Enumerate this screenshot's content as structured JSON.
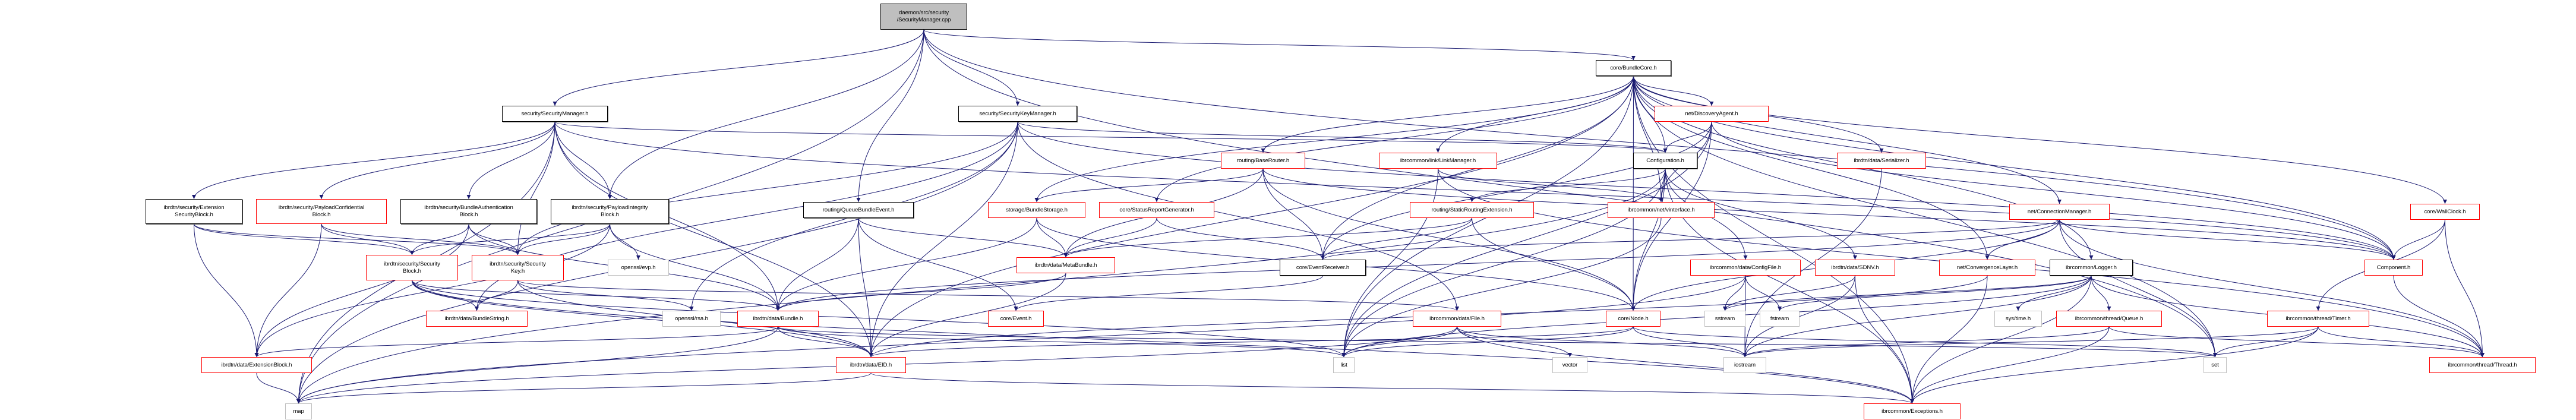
{
  "title": "daemon/src/security/SecurityManager.cpp include dependency graph",
  "colors": {
    "edge": "#191970",
    "documented_border": "#000000",
    "truncated_border": "#ff0000",
    "external_border": "#bfbfbf",
    "root_fill": "#bfbfbf"
  },
  "nodes": [
    {
      "id": "root",
      "label": "daemon/src/security\n/SecurityManager.cpp",
      "kind": "root"
    },
    {
      "id": "bundlecore",
      "label": "core/BundleCore.h",
      "kind": "documented"
    },
    {
      "id": "secmgr",
      "label": "security/SecurityManager.h",
      "kind": "documented"
    },
    {
      "id": "seckeymgr",
      "label": "security/SecurityKeyManager.h",
      "kind": "documented"
    },
    {
      "id": "discovery",
      "label": "net/DiscoveryAgent.h",
      "kind": "truncated"
    },
    {
      "id": "configuration",
      "label": "Configuration.h",
      "kind": "documented"
    },
    {
      "id": "baserouter",
      "label": "routing/BaseRouter.h",
      "kind": "truncated"
    },
    {
      "id": "linkmanager",
      "label": "ibrcommon/link/LinkManager.h",
      "kind": "truncated"
    },
    {
      "id": "serializer",
      "label": "ibrdtn/data/Serializer.h",
      "kind": "truncated"
    },
    {
      "id": "wallclock",
      "label": "core/WallClock.h",
      "kind": "truncated"
    },
    {
      "id": "extsecblock",
      "label": "ibrdtn/security/Extension\nSecurityBlock.h",
      "kind": "documented"
    },
    {
      "id": "payloadconf",
      "label": "ibrdtn/security/PayloadConfidential\nBlock.h",
      "kind": "truncated"
    },
    {
      "id": "bundleauth",
      "label": "ibrdtn/security/BundleAuthentication\nBlock.h",
      "kind": "documented"
    },
    {
      "id": "payloadint",
      "label": "ibrdtn/security/PayloadIntegrity\nBlock.h",
      "kind": "documented"
    },
    {
      "id": "queuebundle",
      "label": "routing/QueueBundleEvent.h",
      "kind": "documented"
    },
    {
      "id": "bundlestorage",
      "label": "storage/BundleStorage.h",
      "kind": "truncated"
    },
    {
      "id": "statusreport",
      "label": "core/StatusReportGenerator.h",
      "kind": "truncated"
    },
    {
      "id": "staticrouting",
      "label": "routing/StaticRoutingExtension.h",
      "kind": "truncated"
    },
    {
      "id": "vinterface",
      "label": "ibrcommon/net/vinterface.h",
      "kind": "truncated"
    },
    {
      "id": "connmanager",
      "label": "net/ConnectionManager.h",
      "kind": "truncated"
    },
    {
      "id": "secblock",
      "label": "ibrdtn/security/Security\nBlock.h",
      "kind": "truncated"
    },
    {
      "id": "seckey",
      "label": "ibrdtn/security/Security\nKey.h",
      "kind": "truncated"
    },
    {
      "id": "opensslevp",
      "label": "openssl/evp.h",
      "kind": "external"
    },
    {
      "id": "metabundle",
      "label": "ibrdtn/data/MetaBundle.h",
      "kind": "truncated"
    },
    {
      "id": "eventreceiver",
      "label": "core/EventReceiver.h",
      "kind": "documented"
    },
    {
      "id": "configfile",
      "label": "ibrcommon/data/ConfigFile.h",
      "kind": "truncated"
    },
    {
      "id": "sdnv",
      "label": "ibrdtn/data/SDNV.h",
      "kind": "truncated"
    },
    {
      "id": "convlayer",
      "label": "net/ConvergenceLayer.h",
      "kind": "truncated"
    },
    {
      "id": "logger",
      "label": "ibrcommon/Logger.h",
      "kind": "documented"
    },
    {
      "id": "component",
      "label": "Component.h",
      "kind": "truncated"
    },
    {
      "id": "bundlestring",
      "label": "ibrdtn/data/BundleString.h",
      "kind": "truncated"
    },
    {
      "id": "opensslrsa",
      "label": "openssl/rsa.h",
      "kind": "external"
    },
    {
      "id": "bundle",
      "label": "ibrdtn/data/Bundle.h",
      "kind": "truncated"
    },
    {
      "id": "event",
      "label": "core/Event.h",
      "kind": "truncated"
    },
    {
      "id": "file",
      "label": "ibrcommon/data/File.h",
      "kind": "truncated"
    },
    {
      "id": "node",
      "label": "core/Node.h",
      "kind": "truncated"
    },
    {
      "id": "sstream",
      "label": "sstream",
      "kind": "external"
    },
    {
      "id": "fstream",
      "label": "fstream",
      "kind": "external"
    },
    {
      "id": "systime",
      "label": "sys/time.h",
      "kind": "external"
    },
    {
      "id": "queue",
      "label": "ibrcommon/thread/Queue.h",
      "kind": "truncated"
    },
    {
      "id": "timer",
      "label": "ibrcommon/thread/Timer.h",
      "kind": "truncated"
    },
    {
      "id": "extblock",
      "label": "ibrdtn/data/ExtensionBlock.h",
      "kind": "truncated"
    },
    {
      "id": "eid",
      "label": "ibrdtn/data/EID.h",
      "kind": "truncated"
    },
    {
      "id": "list",
      "label": "list",
      "kind": "external"
    },
    {
      "id": "vector",
      "label": "vector",
      "kind": "external"
    },
    {
      "id": "iostream",
      "label": "iostream",
      "kind": "external"
    },
    {
      "id": "set",
      "label": "set",
      "kind": "external"
    },
    {
      "id": "thread",
      "label": "ibrcommon/thread/Thread.h",
      "kind": "truncated"
    },
    {
      "id": "map",
      "label": "map",
      "kind": "external"
    },
    {
      "id": "exceptions",
      "label": "ibrcommon/Exceptions.h",
      "kind": "truncated"
    }
  ],
  "edges": [
    [
      "root",
      "bundlecore"
    ],
    [
      "root",
      "secmgr"
    ],
    [
      "root",
      "seckeymgr"
    ],
    [
      "root",
      "queuebundle"
    ],
    [
      "root",
      "payloadint"
    ],
    [
      "root",
      "map"
    ],
    [
      "root",
      "component"
    ],
    [
      "root",
      "set"
    ],
    [
      "bundlecore",
      "discovery"
    ],
    [
      "bundlecore",
      "configuration"
    ],
    [
      "bundlecore",
      "baserouter"
    ],
    [
      "bundlecore",
      "linkmanager"
    ],
    [
      "bundlecore",
      "serializer"
    ],
    [
      "bundlecore",
      "wallclock"
    ],
    [
      "bundlecore",
      "bundlestorage"
    ],
    [
      "bundlecore",
      "statusreport"
    ],
    [
      "bundlecore",
      "connmanager"
    ],
    [
      "bundlecore",
      "eventreceiver"
    ],
    [
      "bundlecore",
      "logger"
    ],
    [
      "bundlecore",
      "component"
    ],
    [
      "bundlecore",
      "convlayer"
    ],
    [
      "bundlecore",
      "eid"
    ],
    [
      "bundlecore",
      "list"
    ],
    [
      "bundlecore",
      "node"
    ],
    [
      "bundlecore",
      "set"
    ],
    [
      "bundlecore",
      "vinterface"
    ],
    [
      "bundlecore",
      "exceptions"
    ],
    [
      "secmgr",
      "extsecblock"
    ],
    [
      "secmgr",
      "payloadconf"
    ],
    [
      "secmgr",
      "bundleauth"
    ],
    [
      "secmgr",
      "payloadint"
    ],
    [
      "secmgr",
      "bundle"
    ],
    [
      "secmgr",
      "eid"
    ],
    [
      "secmgr",
      "map"
    ],
    [
      "secmgr",
      "configuration"
    ],
    [
      "secmgr",
      "seckey"
    ],
    [
      "secmgr",
      "component"
    ],
    [
      "seckeymgr",
      "seckey"
    ],
    [
      "seckeymgr",
      "configuration"
    ],
    [
      "seckeymgr",
      "file"
    ],
    [
      "seckeymgr",
      "eid"
    ],
    [
      "seckeymgr",
      "opensslrsa"
    ],
    [
      "seckeymgr",
      "component"
    ],
    [
      "seckeymgr",
      "map"
    ],
    [
      "seckeymgr",
      "bundlestring"
    ],
    [
      "discovery",
      "configuration"
    ],
    [
      "discovery",
      "vinterface"
    ],
    [
      "discovery",
      "eventreceiver"
    ],
    [
      "discovery",
      "node"
    ],
    [
      "discovery",
      "component"
    ],
    [
      "discovery",
      "list"
    ],
    [
      "configuration",
      "vinterface"
    ],
    [
      "configuration",
      "staticrouting"
    ],
    [
      "configuration",
      "configfile"
    ],
    [
      "configuration",
      "sdnv"
    ],
    [
      "configuration",
      "node"
    ],
    [
      "configuration",
      "list"
    ],
    [
      "configuration",
      "map"
    ],
    [
      "configuration",
      "exceptions"
    ],
    [
      "baserouter",
      "bundlestorage"
    ],
    [
      "baserouter",
      "metabundle"
    ],
    [
      "baserouter",
      "eventreceiver"
    ],
    [
      "baserouter",
      "component"
    ],
    [
      "baserouter",
      "node"
    ],
    [
      "linkmanager",
      "vinterface"
    ],
    [
      "linkmanager",
      "list"
    ],
    [
      "linkmanager",
      "thread"
    ],
    [
      "serializer",
      "iostream"
    ],
    [
      "wallclock",
      "component"
    ],
    [
      "wallclock",
      "timer"
    ],
    [
      "wallclock",
      "thread"
    ],
    [
      "extsecblock",
      "secblock"
    ],
    [
      "extsecblock",
      "seckey"
    ],
    [
      "extsecblock",
      "extblock"
    ],
    [
      "payloadconf",
      "secblock"
    ],
    [
      "payloadconf",
      "seckey"
    ],
    [
      "payloadconf",
      "extblock"
    ],
    [
      "bundleauth",
      "secblock"
    ],
    [
      "bundleauth",
      "seckey"
    ],
    [
      "bundleauth",
      "extblock"
    ],
    [
      "bundleauth",
      "bundle"
    ],
    [
      "payloadint",
      "secblock"
    ],
    [
      "payloadint",
      "seckey"
    ],
    [
      "payloadint",
      "opensslevp"
    ],
    [
      "payloadint",
      "bundle"
    ],
    [
      "payloadint",
      "extblock"
    ],
    [
      "queuebundle",
      "metabundle"
    ],
    [
      "queuebundle",
      "event"
    ],
    [
      "queuebundle",
      "eid"
    ],
    [
      "queuebundle",
      "bundle"
    ],
    [
      "bundlestorage",
      "metabundle"
    ],
    [
      "bundlestorage",
      "bundle"
    ],
    [
      "bundlestorage",
      "node"
    ],
    [
      "statusreport",
      "metabundle"
    ],
    [
      "statusreport",
      "eventreceiver"
    ],
    [
      "staticrouting",
      "eventreceiver"
    ],
    [
      "staticrouting",
      "metabundle"
    ],
    [
      "staticrouting",
      "node"
    ],
    [
      "vinterface",
      "list"
    ],
    [
      "connmanager",
      "convlayer"
    ],
    [
      "connmanager",
      "component"
    ],
    [
      "connmanager",
      "node"
    ],
    [
      "connmanager",
      "set"
    ],
    [
      "connmanager",
      "thread"
    ],
    [
      "connmanager",
      "eventreceiver"
    ],
    [
      "connmanager",
      "bundle"
    ],
    [
      "secblock",
      "bundlestring"
    ],
    [
      "secblock",
      "bundle"
    ],
    [
      "secblock",
      "eid"
    ],
    [
      "secblock",
      "exceptions"
    ],
    [
      "secblock",
      "list"
    ],
    [
      "seckey",
      "bundlestring"
    ],
    [
      "seckey",
      "opensslrsa"
    ],
    [
      "seckey",
      "file"
    ],
    [
      "seckey",
      "eid"
    ],
    [
      "metabundle",
      "bundle"
    ],
    [
      "metabundle",
      "eid"
    ],
    [
      "eventreceiver",
      "event"
    ],
    [
      "configfile",
      "sstream"
    ],
    [
      "configfile",
      "fstream"
    ],
    [
      "configfile",
      "iostream"
    ],
    [
      "configfile",
      "map"
    ],
    [
      "sdnv",
      "iostream"
    ],
    [
      "sdnv",
      "exceptions"
    ],
    [
      "sdnv",
      "sstream"
    ],
    [
      "convlayer",
      "eid"
    ],
    [
      "convlayer",
      "exceptions"
    ],
    [
      "logger",
      "sstream"
    ],
    [
      "logger",
      "fstream"
    ],
    [
      "logger",
      "systime"
    ],
    [
      "logger",
      "queue"
    ],
    [
      "logger",
      "iostream"
    ],
    [
      "logger",
      "list"
    ],
    [
      "logger",
      "thread"
    ],
    [
      "logger",
      "exceptions"
    ],
    [
      "component",
      "thread"
    ],
    [
      "bundle",
      "extblock"
    ],
    [
      "bundle",
      "eid"
    ],
    [
      "bundle",
      "map"
    ],
    [
      "bundle",
      "list"
    ],
    [
      "bundle",
      "set"
    ],
    [
      "file",
      "list"
    ],
    [
      "file",
      "vector"
    ],
    [
      "file",
      "iostream"
    ],
    [
      "file",
      "exceptions"
    ],
    [
      "file",
      "map"
    ],
    [
      "node",
      "list"
    ],
    [
      "node",
      "iostream"
    ],
    [
      "node",
      "set"
    ],
    [
      "node",
      "eid"
    ],
    [
      "queue",
      "thread"
    ],
    [
      "queue",
      "exceptions"
    ],
    [
      "queue",
      "iostream"
    ],
    [
      "timer",
      "thread"
    ],
    [
      "timer",
      "set"
    ],
    [
      "timer",
      "exceptions"
    ],
    [
      "timer",
      "iostream"
    ],
    [
      "extblock",
      "map"
    ],
    [
      "eid",
      "map"
    ],
    [
      "eid",
      "exceptions"
    ]
  ]
}
